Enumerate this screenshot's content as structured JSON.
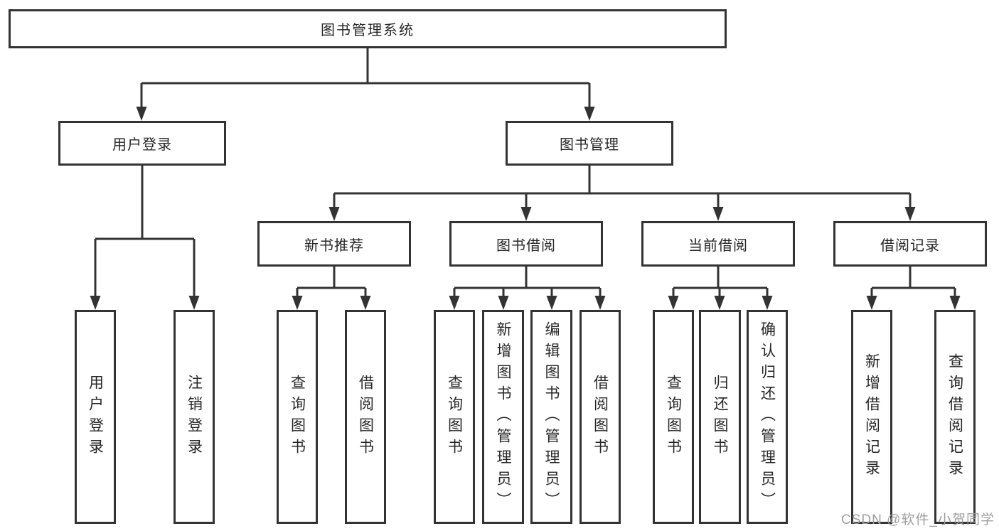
{
  "colors": {
    "line": "#333333",
    "box_border": "#333333",
    "box_bg": "#ffffff",
    "text": "#262626",
    "watermark": "#9e9e9e"
  },
  "diagram": {
    "root": {
      "label": "图书管理系统"
    },
    "branches": [
      {
        "label": "用户登录",
        "leaves": [
          "用户登录",
          "注销登录"
        ]
      },
      {
        "label": "图书管理",
        "groups": [
          {
            "label": "新书推荐",
            "leaves": [
              "查询图书",
              "借阅图书"
            ]
          },
          {
            "label": "图书借阅",
            "leaves": [
              "查询图书",
              "新增图书（管理员）",
              "编辑图书（管理员）",
              "借阅图书"
            ]
          },
          {
            "label": "当前借阅",
            "leaves": [
              "查询图书",
              "归还图书",
              "确认归还（管理员）"
            ]
          },
          {
            "label": "借阅记录",
            "leaves": [
              "新增借阅记录",
              "查询借阅记录"
            ]
          }
        ]
      }
    ]
  },
  "watermark": {
    "text": "CSDN @软件_小贺同学"
  }
}
